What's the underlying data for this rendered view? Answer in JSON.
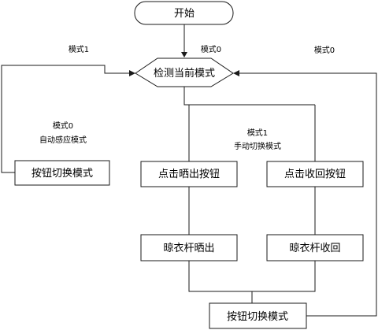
{
  "nodes": {
    "start": "开始",
    "detect": "检测当前模式",
    "switch_left": "按钮切换模式",
    "click_dry": "点击晒出按钮",
    "click_retract": "点击收回按钮",
    "rack_dry": "晾衣杆晒出",
    "rack_retract": "晾衣杆收回",
    "switch_bottom": "按钮切换模式"
  },
  "edge_labels": {
    "left_loop_mode": "模式1",
    "start_mode": "模式0",
    "right_loop_mode": "模式0",
    "auto_mode_num": "模式0",
    "auto_mode_name": "自动感应模式",
    "manual_mode_num": "模式1",
    "manual_mode_name": "手动切换模式"
  }
}
